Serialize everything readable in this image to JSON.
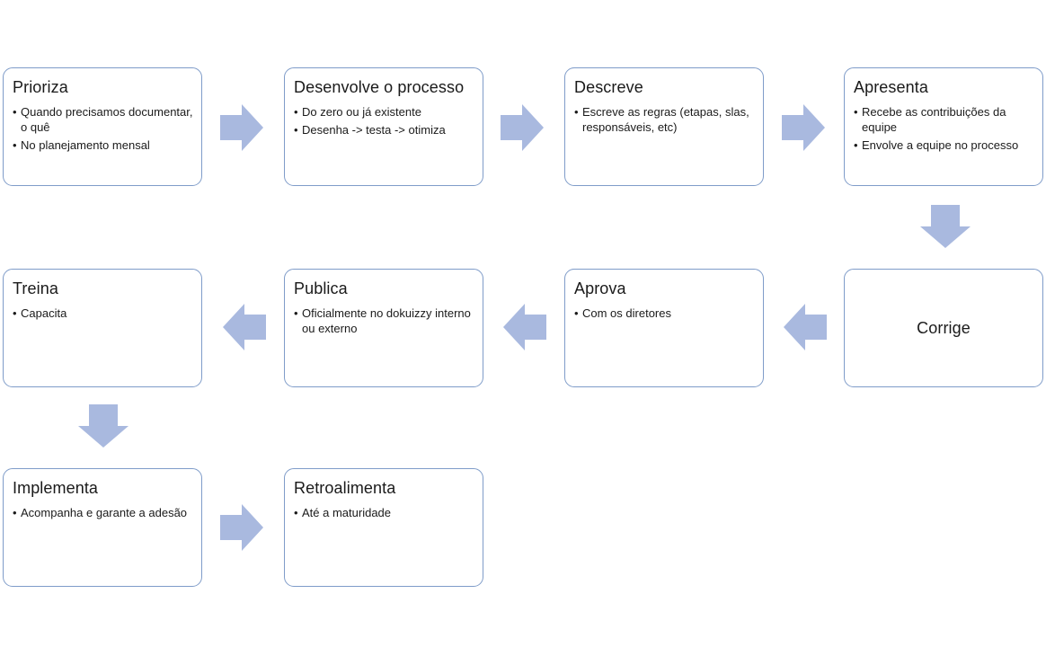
{
  "steps": [
    {
      "title": "Prioriza",
      "bullets": [
        "Quando precisamos documentar, o quê",
        "No planejamento mensal"
      ]
    },
    {
      "title": "Desenvolve  o processo",
      "bullets": [
        "Do zero ou já existente",
        "Desenha -> testa -> otimiza"
      ]
    },
    {
      "title": "Descreve",
      "bullets": [
        "Escreve as regras (etapas, slas, responsáveis, etc)"
      ]
    },
    {
      "title": "Apresenta",
      "bullets": [
        "Recebe  as contribuições da equipe",
        "Envolve a equipe no processo"
      ]
    },
    {
      "title": "Corrige",
      "bullets": []
    },
    {
      "title": "Aprova",
      "bullets": [
        "Com os diretores"
      ]
    },
    {
      "title": "Publica",
      "bullets": [
        "Oficialmente no dokuizzy interno ou externo"
      ]
    },
    {
      "title": "Treina",
      "bullets": [
        "Capacita"
      ]
    },
    {
      "title": "Implementa",
      "bullets": [
        "Acompanha e garante a adesão"
      ]
    },
    {
      "title": "Retroalimenta",
      "bullets": [
        "Até  a maturidade"
      ]
    }
  ],
  "colors": {
    "border": "#7f9cc9",
    "arrow": "#a9b9df"
  }
}
